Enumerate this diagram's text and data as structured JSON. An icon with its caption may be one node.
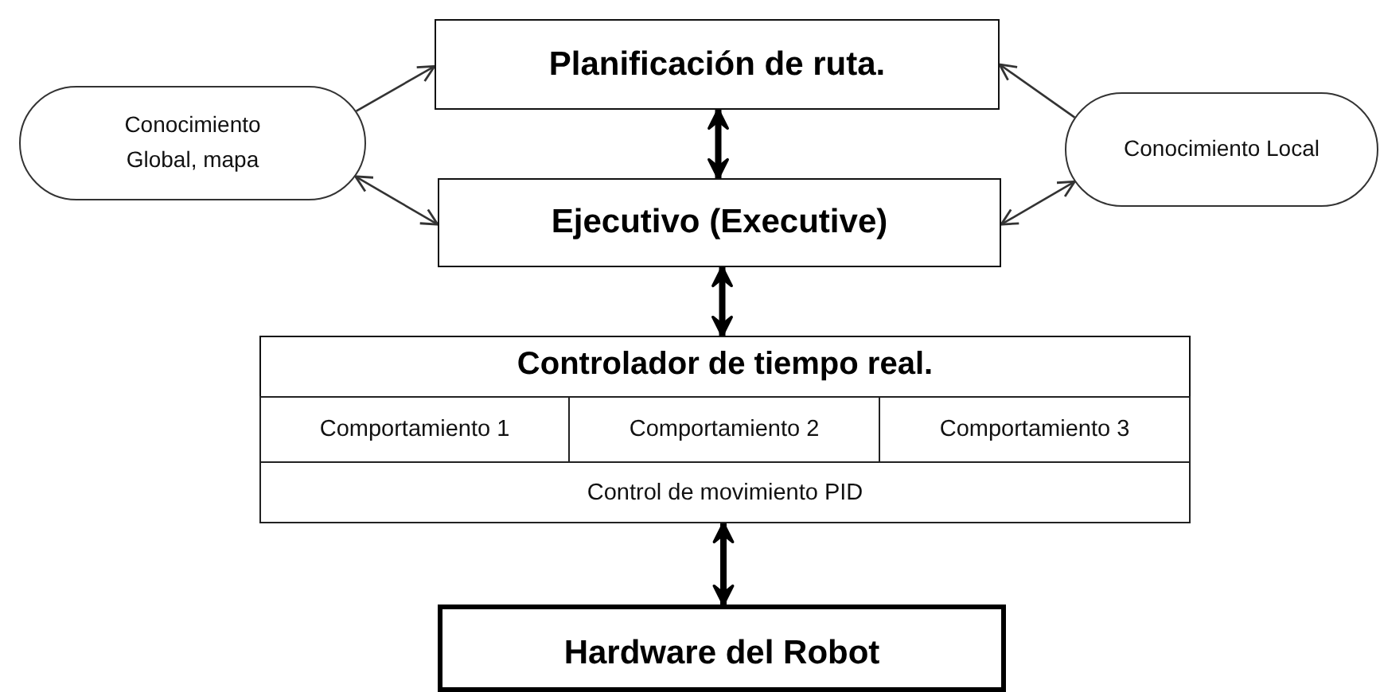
{
  "diagram": {
    "nodes": [
      {
        "text": [
          "Conocimiento Global, mapa"
        ]
      },
      {
        "text": [
          "Planificación de ruta."
        ]
      },
      {
        "text": [
          "Conocimiento Local"
        ]
      },
      {
        "text": [
          "Ejecutivo (Executive)"
        ]
      },
      {
        "text": [
          "Controlador de tiempo real."
        ]
      },
      {
        "text": [
          "Comportamiento 1"
        ],
        "in": 4
      },
      {
        "text": [
          "Comportamiento 2"
        ],
        "in": 4
      },
      {
        "text": [
          "Comportamiento 3"
        ],
        "in": 4
      },
      {
        "text": [
          "Control de movimiento PID"
        ],
        "in": 4
      },
      {
        "text": [
          "Hardware del Robot"
        ]
      }
    ],
    "edges": [
      {
        "from": 0,
        "to": 1,
        "arrow": "to"
      },
      {
        "from": 0,
        "to": 3,
        "arrow": "both"
      },
      {
        "from": 2,
        "to": 1,
        "arrow": "to"
      },
      {
        "from": 2,
        "to": 3,
        "arrow": "both"
      },
      {
        "from": 1,
        "to": 3,
        "arrow": "both",
        "style": "thick"
      },
      {
        "from": 3,
        "to": 4,
        "arrow": "both",
        "style": "thick"
      },
      {
        "from": 4,
        "to": 9,
        "arrow": "both",
        "style": "thick"
      }
    ]
  }
}
